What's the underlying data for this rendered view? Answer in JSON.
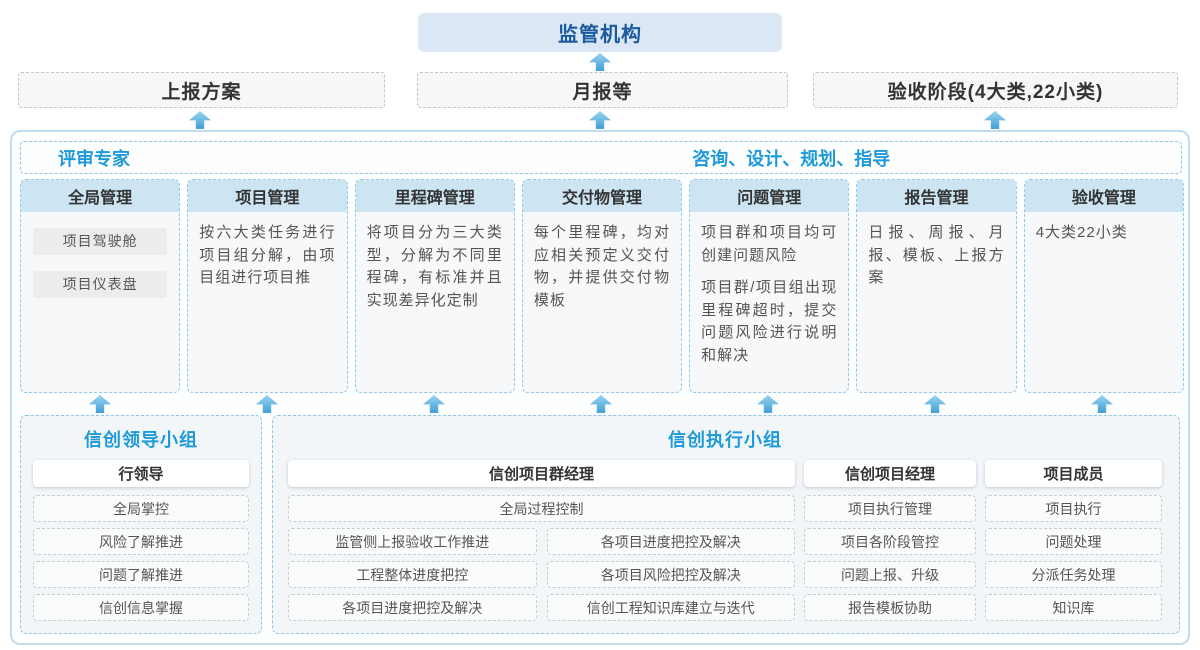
{
  "top": {
    "regulator": "监管机构",
    "channels": [
      {
        "label": "上报方案"
      },
      {
        "label": "月报等"
      },
      {
        "label": "验收阶段(4大类,22小类)"
      }
    ]
  },
  "platform": {
    "left_title": "评审专家",
    "right_title": "咨询、设计、规划、指导",
    "columns": [
      {
        "title": "全局管理",
        "chips": [
          "项目驾驶舱",
          "项目仪表盘"
        ]
      },
      {
        "title": "项目管理",
        "paragraphs": [
          "按六大类任务进行项目组分解，由项目组进行项目推"
        ]
      },
      {
        "title": "里程碑管理",
        "paragraphs": [
          "将项目分为三大类型，分解为不同里程碑，有标准并且实现差异化定制"
        ]
      },
      {
        "title": "交付物管理",
        "paragraphs": [
          "每个里程碑，均对应相关预定义交付物，并提供交付物模板"
        ]
      },
      {
        "title": "问题管理",
        "paragraphs": [
          "项目群和项目均可创建问题风险",
          "项目群/项目组出现里程碑超时，提交问题风险进行说明和解决"
        ]
      },
      {
        "title": "报告管理",
        "paragraphs": [
          "日报、周报、月报、模板、上报方案"
        ]
      },
      {
        "title": "验收管理",
        "paragraphs": [
          "4大类22小类"
        ]
      }
    ]
  },
  "groups": {
    "leader": {
      "title": "信创领导小组",
      "role": "行领导",
      "items": [
        "全局掌控",
        "风险了解推进",
        "问题了解推进",
        "信创信息掌握"
      ]
    },
    "executor": {
      "title": "信创执行小组",
      "program_manager": {
        "role": "信创项目群经理",
        "full_item": "全局过程控制",
        "left_items": [
          "监管侧上报验收工作推进",
          "工程整体进度把控",
          "各项目进度把控及解决"
        ],
        "right_items": [
          "各项目进度把控及解决",
          "各项目风险把控及解决",
          "信创工程知识库建立与迭代"
        ]
      },
      "project_manager": {
        "role": "信创项目经理",
        "items": [
          "项目执行管理",
          "项目各阶段管控",
          "问题上报、升级",
          "报告模板协助"
        ]
      },
      "member": {
        "role": "项目成员",
        "items": [
          "项目执行",
          "问题处理",
          "分派任务处理",
          "知识库"
        ]
      }
    }
  },
  "colors": {
    "accent_blue": "#1e9ad8",
    "regulator_text": "#1b5a9e",
    "regulator_bg": "#dbe7f4",
    "column_header_bg": "#cde4f3",
    "dashed_blue_border": "#8fc6e8",
    "arrow_gradient_top": "#9bd3f0",
    "arrow_gradient_bottom": "#41a0d6"
  }
}
